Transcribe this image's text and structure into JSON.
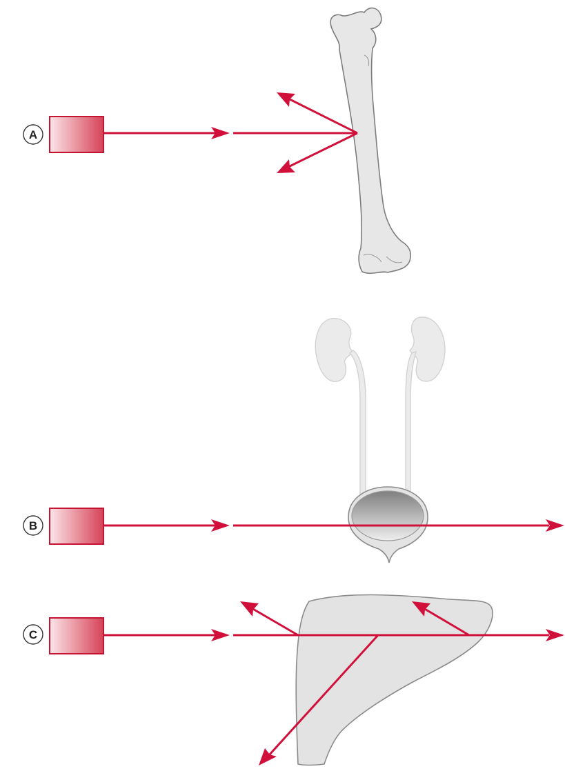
{
  "figure": {
    "colors": {
      "beam": "#d0103a",
      "transducer_fill_light": "#fbe3e6",
      "transducer_fill_dark": "#d84a5c",
      "transducer_stroke": "#c41432",
      "organ_fill": "#e3e3e3",
      "organ_stroke": "#8a8a8a",
      "bone_fill": "#e6e6e6",
      "bladder_fill_dark": "#8c8c8c",
      "faint_organ_fill": "#ebebeb",
      "faint_organ_stroke": "#cfcfcf"
    },
    "panels": [
      {
        "id": "A",
        "label": "A",
        "organ": "femur-bone",
        "beam": "reflected"
      },
      {
        "id": "B",
        "label": "B",
        "organ": "kidneys-and-bladder",
        "beam": "transmitted"
      },
      {
        "id": "C",
        "label": "C",
        "organ": "liver",
        "beam": "scattered-and-transmitted"
      }
    ]
  }
}
